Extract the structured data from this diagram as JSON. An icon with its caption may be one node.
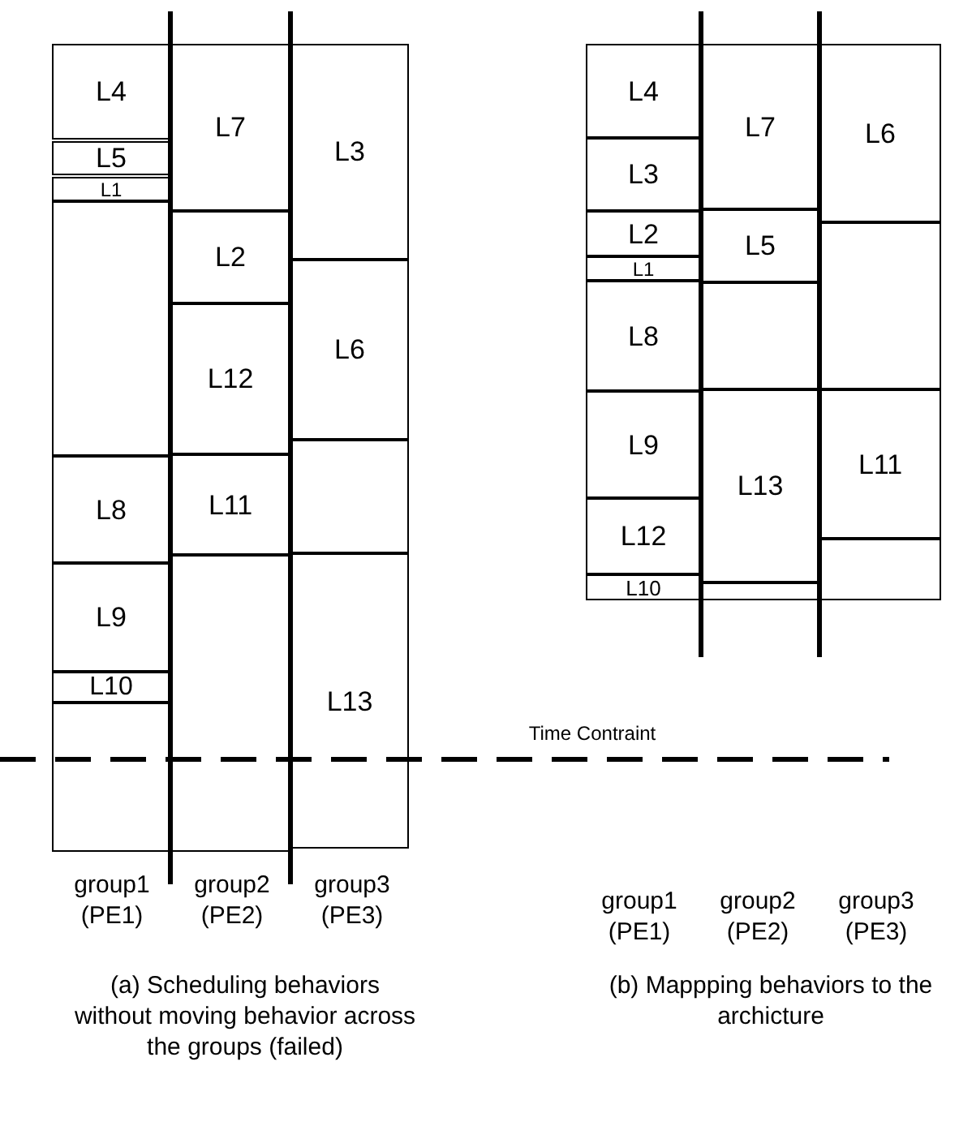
{
  "diagram": {
    "nodes": [
      {
        "text": [
          "L4"
        ]
      },
      {
        "text": [
          "L5"
        ]
      },
      {
        "text": [
          "L1"
        ]
      },
      {
        "text": [],
        "shape": "box"
      },
      {
        "text": [
          "L8"
        ]
      },
      {
        "text": [
          "L9"
        ]
      },
      {
        "text": [
          "L10"
        ]
      },
      {
        "text": [],
        "shape": "box"
      },
      {
        "text": [
          "L7"
        ]
      },
      {
        "text": [
          "L2"
        ]
      },
      {
        "text": [
          "L12"
        ]
      },
      {
        "text": [
          "L11"
        ]
      },
      {
        "text": [],
        "shape": "box"
      },
      {
        "text": [
          "L3"
        ]
      },
      {
        "text": [
          "L6"
        ]
      },
      {
        "text": [],
        "shape": "box"
      },
      {
        "text": [
          "L13"
        ]
      },
      {
        "text": [
          "L4"
        ]
      },
      {
        "text": [
          "L3"
        ]
      },
      {
        "text": [
          "L2"
        ]
      },
      {
        "text": [
          "L1"
        ]
      },
      {
        "text": [
          "L8"
        ]
      },
      {
        "text": [
          "L9"
        ]
      },
      {
        "text": [
          "L12"
        ]
      },
      {
        "text": [
          "L10"
        ]
      },
      {
        "text": [
          "L7"
        ]
      },
      {
        "text": [
          "L5"
        ]
      },
      {
        "text": [],
        "shape": "box"
      },
      {
        "text": [
          "L13"
        ]
      },
      {
        "text": [],
        "shape": "box"
      },
      {
        "text": [
          "L6"
        ]
      },
      {
        "text": [],
        "shape": "box"
      },
      {
        "text": [
          "L11"
        ]
      },
      {
        "text": [],
        "shape": "box"
      }
    ],
    "labels": [
      "Time Contraint",
      "group1 (PE1)",
      "group2 (PE2)",
      "group3 (PE3)",
      "group1 (PE1)",
      "group2 (PE2)",
      "group3 (PE3)",
      "(a) Scheduling behaviors without moving behavior across the groups (failed)",
      "(b) Mappping behaviors to the archicture"
    ]
  }
}
